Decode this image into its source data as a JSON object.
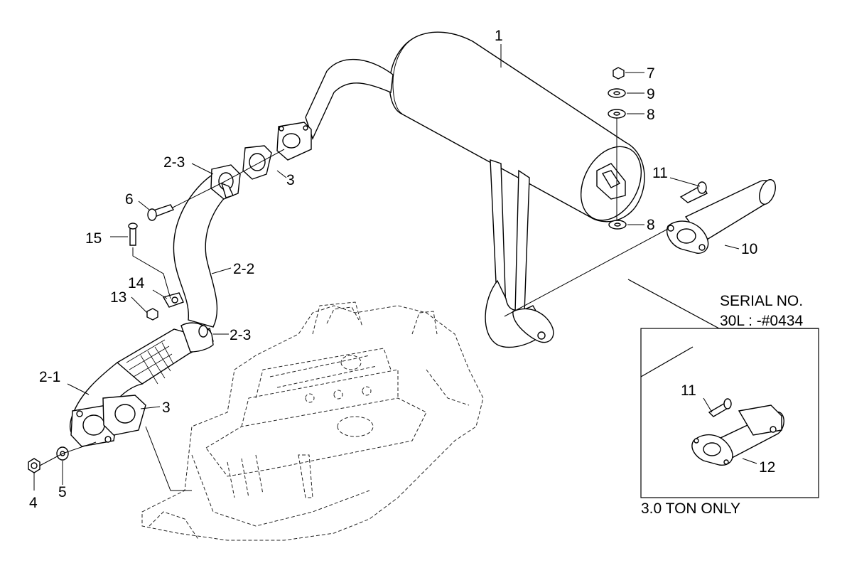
{
  "callouts": {
    "c1": "1",
    "c2_1": "2-1",
    "c2_2": "2-2",
    "c2_3a": "2-3",
    "c2_3b": "2-3",
    "c3a": "3",
    "c3b": "3",
    "c4": "4",
    "c5": "5",
    "c6": "6",
    "c7": "7",
    "c8a": "8",
    "c8b": "8",
    "c9": "9",
    "c10": "10",
    "c11a": "11",
    "c11b": "11",
    "c12": "12",
    "c13": "13",
    "c14": "14",
    "c15": "15"
  },
  "notes": {
    "serial_line1": "SERIAL NO.",
    "serial_line2": "30L : -#0434",
    "ton_only": "3.0 TON ONLY"
  }
}
